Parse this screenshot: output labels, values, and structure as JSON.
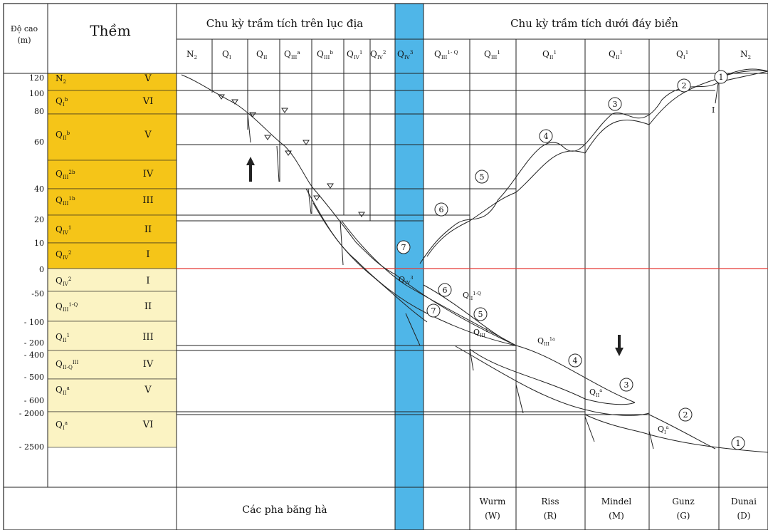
{
  "header": {
    "elevation_label": "Độ cao",
    "elevation_unit": "(m)",
    "terrace_label": "Thềm",
    "land_cycle": "Chu kỳ trầm tích trên lục địa",
    "sea_cycle": "Chu kỳ trầm tích dưới đáy biển"
  },
  "age_columns": [
    "N|2",
    "Q|I",
    "Q|II",
    "Q|III|a",
    "Q|III|b",
    "Q|IV|1",
    "Q|IV|2",
    "Q|IV|3",
    "Q|III|1- Q|IV",
    "Q|III|1",
    "Q|II|1",
    "Q|II|1",
    "Q|I|1",
    "N|2"
  ],
  "elevations": [
    "120",
    "100",
    "80",
    "60",
    "40",
    "20",
    "10",
    "0",
    "-50",
    "- 100",
    "- 200",
    "- 400",
    "- 500",
    "- 600",
    "- 2000",
    "- 2500"
  ],
  "terraces": [
    {
      "age": "N|2",
      "num": "V"
    },
    {
      "age": "Q|I|b",
      "num": "VI"
    },
    {
      "age": "Q|II|b",
      "num": "V"
    },
    {
      "age": "Q|III|2b",
      "num": "IV"
    },
    {
      "age": "Q|III|1b",
      "num": "III"
    },
    {
      "age": "Q|IV|1",
      "num": "II"
    },
    {
      "age": "Q|IV|2",
      "num": "I"
    },
    {
      "age": "Q|IV|2",
      "num": "I"
    },
    {
      "age": "Q|III|1-Q|IV|1",
      "num": "II"
    },
    {
      "age": "Q|II|1",
      "num": "III"
    },
    {
      "age": "Q|II-Q|III|1a",
      "num": "IV"
    },
    {
      "age": "Q|II|a",
      "num": "V"
    },
    {
      "age": "Q|I|a",
      "num": "VI"
    }
  ],
  "markers": [
    "1",
    "2",
    "3",
    "4",
    "5",
    "6",
    "7",
    "6",
    "7",
    "5",
    "4",
    "3",
    "2",
    "1"
  ],
  "annotations": [
    "Q|IV|3",
    "Q|II|1-Q|IV|1",
    "Q|III|1",
    "Q|III|1a",
    "Q|II|a",
    "Q|I|a",
    "I"
  ],
  "glacial_phases_label": "Các pha băng hà",
  "glacial_phases": [
    {
      "name": "Wurm",
      "code": "(W)"
    },
    {
      "name": "Riss",
      "code": "(R)"
    },
    {
      "name": "Mindel",
      "code": "(M)"
    },
    {
      "name": "Gunz",
      "code": "(G)"
    },
    {
      "name": "Dunai",
      "code": "(D)"
    }
  ],
  "colors": {
    "terrace_upper": "#f5c518",
    "terrace_lower": "#fbf3c3",
    "blue_band": "#4fb6e8",
    "sea_level_line": "#e53935",
    "grid": "#222222"
  }
}
